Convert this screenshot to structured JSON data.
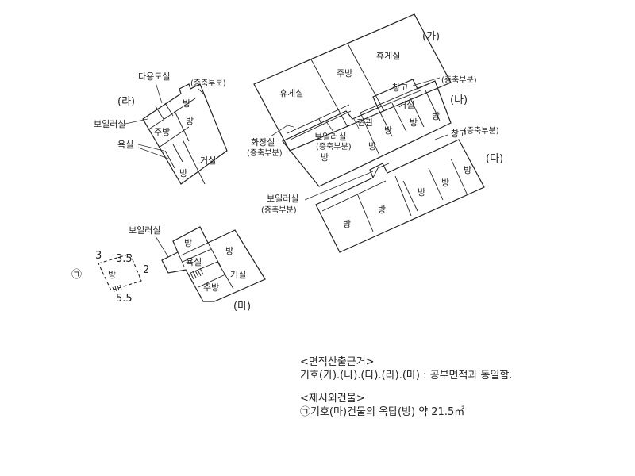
{
  "buildings": {
    "ga": {
      "tag": "(가)",
      "rooms": [
        "휴게실",
        "주방",
        "휴게실"
      ]
    },
    "na": {
      "tag": "(나)",
      "rooms": [
        "창고",
        "거실",
        "방",
        "방",
        "방",
        "방",
        "현관",
        "화장실",
        "보일러실"
      ],
      "notes": [
        "(증축부분)",
        "(증축부분)",
        "(증축부분)"
      ]
    },
    "da": {
      "tag": "(다)",
      "rooms": [
        "창고",
        "방",
        "방",
        "방",
        "방",
        "방",
        "방",
        "보일러실"
      ],
      "notes": [
        "(증축부분)",
        "(증축부분)"
      ]
    },
    "ra": {
      "tag": "(라)",
      "rooms": [
        "다용도실",
        "방",
        "보일러실",
        "주방",
        "방",
        "욕실",
        "방",
        "거실"
      ],
      "notes": [
        "(증축부분)"
      ]
    },
    "ma": {
      "tag": "(마)",
      "rooms": [
        "보일러실",
        "방",
        "욕실",
        "방",
        "거실",
        "주방"
      ]
    },
    "rooftop": {
      "marker": "㉠",
      "room": "방",
      "dims": [
        "3",
        "3.5",
        "2",
        "5.5"
      ]
    }
  },
  "notes": {
    "basis_heading": "<면적산출근거>",
    "basis_text": "기호(가).(나).(다).(라).(마) : 공부면적과 동일함.",
    "excluded_heading": "<제시외건물>",
    "excluded_text": "㉠기호(마)건물의 옥탑(방) 약 21.5㎡"
  }
}
